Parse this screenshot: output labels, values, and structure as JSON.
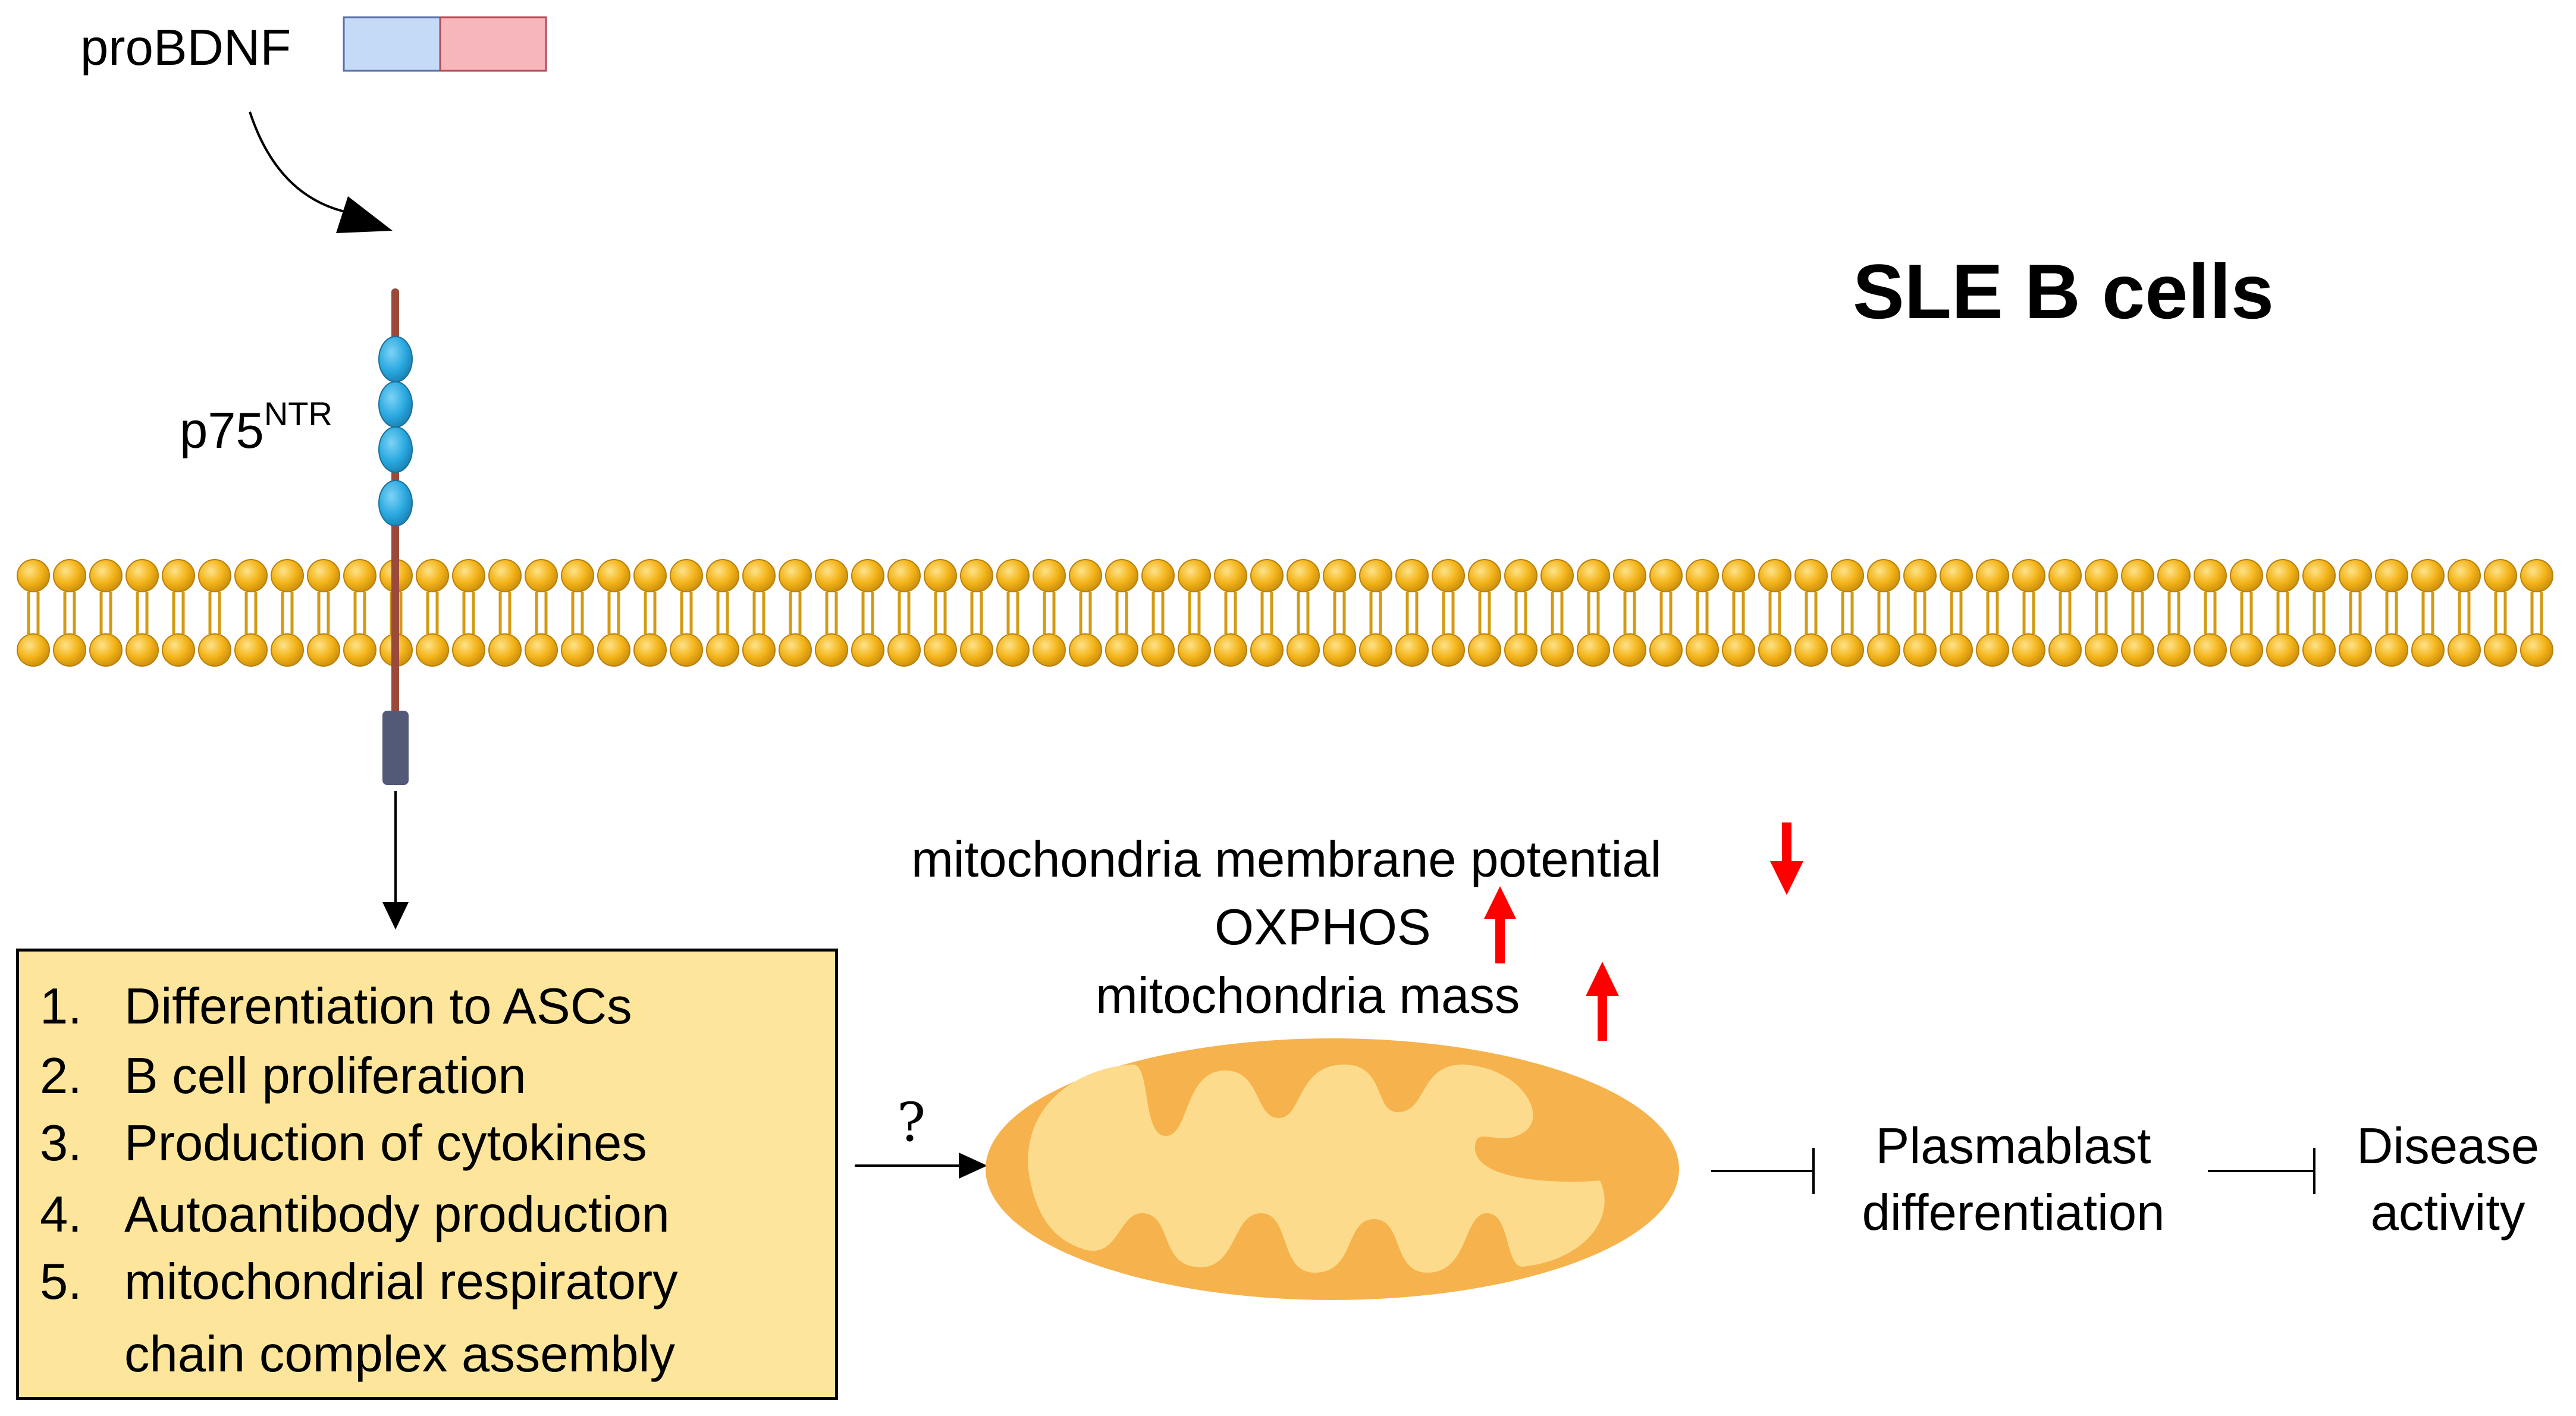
{
  "ligand": {
    "label": "proBDNF",
    "colors": [
      "#c5daf7",
      "#f7b6bc"
    ]
  },
  "receptor": {
    "label": "p75",
    "superscript": "NTR",
    "domain_color": "#29a9e0",
    "stalk_color": "#9b4a3a",
    "tail_color": "#525a78"
  },
  "title": "SLE B cells",
  "membrane": {
    "head_color": "#f4b41a",
    "tail_color": "#d39a12"
  },
  "effects": {
    "items": [
      {
        "number": "1.",
        "label": "Differentiation to ASCs"
      },
      {
        "number": "2.",
        "label": "B cell proliferation"
      },
      {
        "number": "3.",
        "label": "Production of cytokines"
      },
      {
        "number": "4.",
        "label": "Autoantibody production"
      },
      {
        "number": "5.",
        "label": "mitochondrial respiratory",
        "continuation": "chain complex assembly"
      }
    ],
    "box_color": "#fde69c"
  },
  "link_label": "?",
  "mitochondria": {
    "changes": [
      {
        "label": "mitochondria membrane potential",
        "direction": "down"
      },
      {
        "label": "OXPHOS",
        "direction": "up"
      },
      {
        "label": "mitochondria mass",
        "direction": "up"
      }
    ],
    "arrow_color": "#ff0000",
    "outer_color": "#f6b24c",
    "inner_color": "#fcdb8c"
  },
  "outcomes": {
    "plasmablast": [
      "Plasmablast",
      "differentiation"
    ],
    "disease": [
      "Disease",
      "activity"
    ]
  }
}
